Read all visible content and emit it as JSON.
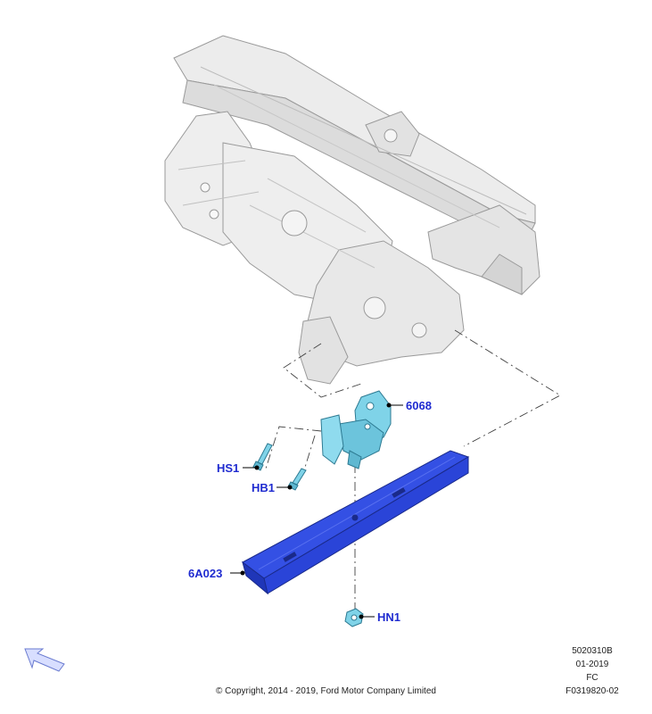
{
  "callouts": {
    "mount": "6068",
    "bolt_hs1": "HS1",
    "bolt_hb1": "HB1",
    "crossmember": "6A023",
    "nut": "HN1"
  },
  "meta": {
    "code1": "5020310B",
    "date": "01-2019",
    "region": "FC",
    "figure": "F0319820-02",
    "copyright": "© Copyright, 2014 - 2019, Ford Motor Company Limited"
  },
  "colors": {
    "highlight_blue": "#2a44d8",
    "light_blue": "#7fd3e8",
    "callout_text": "#1f2bd0",
    "frame_gray": "#e8e8e8"
  },
  "icons": {
    "orientation": "orientation-arrow-icon"
  }
}
